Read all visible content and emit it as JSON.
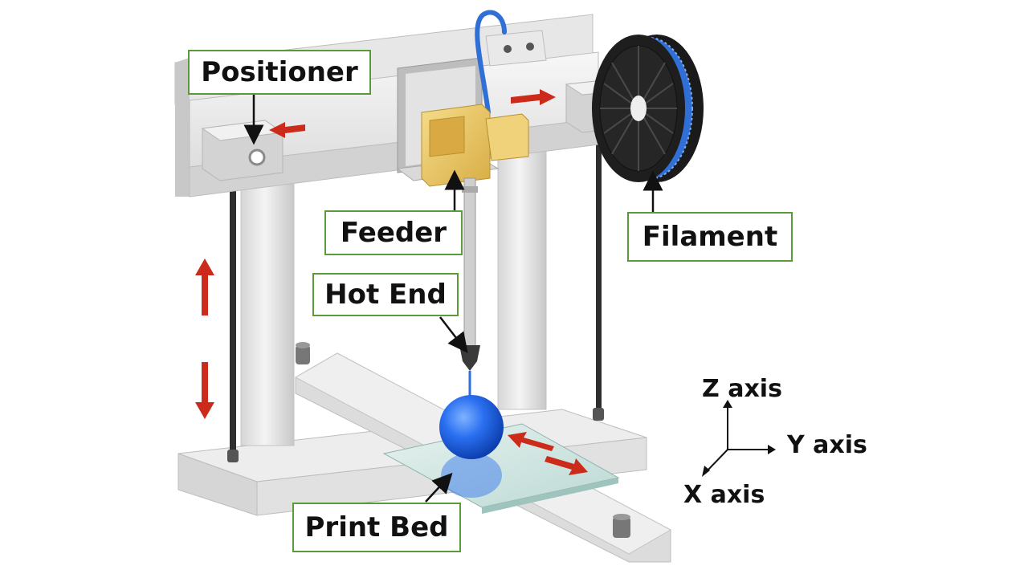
{
  "labels": {
    "positioner": "Positioner",
    "feeder": "Feeder",
    "filament": "Filament",
    "hot_end": "Hot End",
    "print_bed": "Print Bed"
  },
  "axes": {
    "z": "Z axis",
    "y": "Y axis",
    "x": "X axis"
  },
  "colors": {
    "frame": "#e8e8e8",
    "frame_shadow": "#bdbdbd",
    "motion_arrow": "#cc2a1a",
    "label_border": "#5a9a3a",
    "filament_blue": "#2f6fd6",
    "feeder_gold": "#e9c766",
    "print_object": "#1a5fe0",
    "bed_glass": "#cfe3e0"
  },
  "icons": [
    "motion-arrow-icon",
    "pointer-arrow-icon",
    "filament-spool-icon",
    "print-object-icon"
  ]
}
